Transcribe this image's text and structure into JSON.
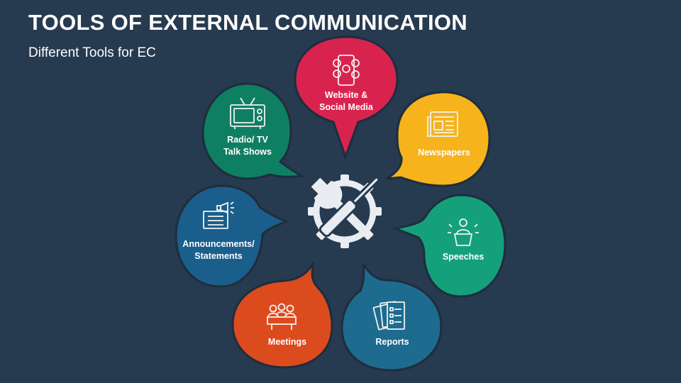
{
  "slide": {
    "title": "TOOLS OF EXTERNAL COMMUNICATION",
    "subtitle": "Different Tools for EC"
  },
  "colors": {
    "background": "#263a50",
    "bubble_border": "#1f2d3d",
    "icon": "#e9edf1"
  },
  "center": {
    "icon": "gear-wrench-screwdriver-icon"
  },
  "bubbles": [
    {
      "lines": [
        "Website &",
        "Social Media"
      ],
      "color": "#d9234f",
      "icon": "smartphone-social-icon"
    },
    {
      "lines": [
        "Newspapers"
      ],
      "color": "#f6b31b",
      "icon": "newspaper-icon"
    },
    {
      "lines": [
        "Speeches"
      ],
      "color": "#15a07c",
      "icon": "speaker-podium-icon"
    },
    {
      "lines": [
        "Reports"
      ],
      "color": "#1d6c8f",
      "icon": "report-documents-icon"
    },
    {
      "lines": [
        "Meetings"
      ],
      "color": "#dc4b1e",
      "icon": "meeting-table-icon"
    },
    {
      "lines": [
        "Announcements/",
        "Statements"
      ],
      "color": "#1a5f8c",
      "icon": "megaphone-board-icon"
    },
    {
      "lines": [
        "Radio/ TV",
        "Talk Shows"
      ],
      "color": "#0f7f63",
      "icon": "television-icon"
    }
  ]
}
